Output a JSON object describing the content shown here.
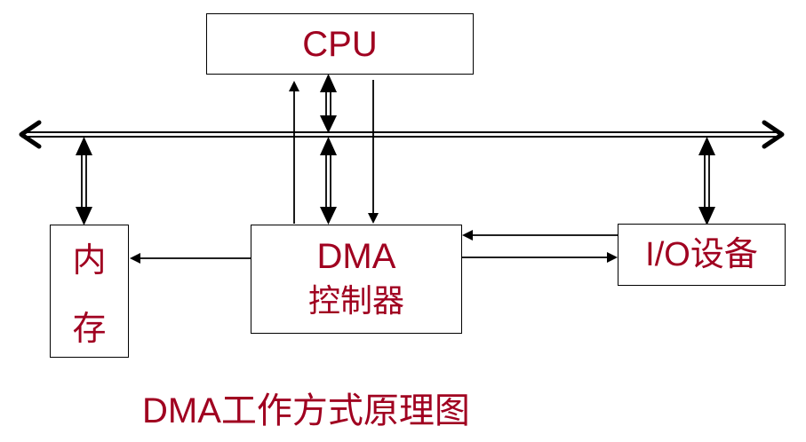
{
  "diagram": {
    "title": "DMA工作方式原理图",
    "text_color": "#a00020",
    "nodes": {
      "cpu": {
        "label": "CPU"
      },
      "memory": {
        "label_line1": "内",
        "label_line2": "存"
      },
      "dma": {
        "label_line1": "DMA",
        "label_line2": "控制器"
      },
      "io": {
        "label": "I/O设备"
      }
    },
    "connections": [
      {
        "from": "system-bus",
        "to": "cpu",
        "type": "bidirectional-double"
      },
      {
        "from": "system-bus",
        "to": "memory",
        "type": "bidirectional-double"
      },
      {
        "from": "system-bus",
        "to": "dma",
        "type": "bidirectional-double"
      },
      {
        "from": "system-bus",
        "to": "io",
        "type": "bidirectional-double"
      },
      {
        "from": "dma",
        "to": "cpu",
        "type": "single-arrow"
      },
      {
        "from": "cpu",
        "to": "dma",
        "type": "single-arrow"
      },
      {
        "from": "dma",
        "to": "memory",
        "type": "single-arrow"
      },
      {
        "from": "io",
        "to": "dma",
        "type": "single-arrow"
      },
      {
        "from": "dma",
        "to": "io",
        "type": "single-arrow"
      }
    ]
  }
}
